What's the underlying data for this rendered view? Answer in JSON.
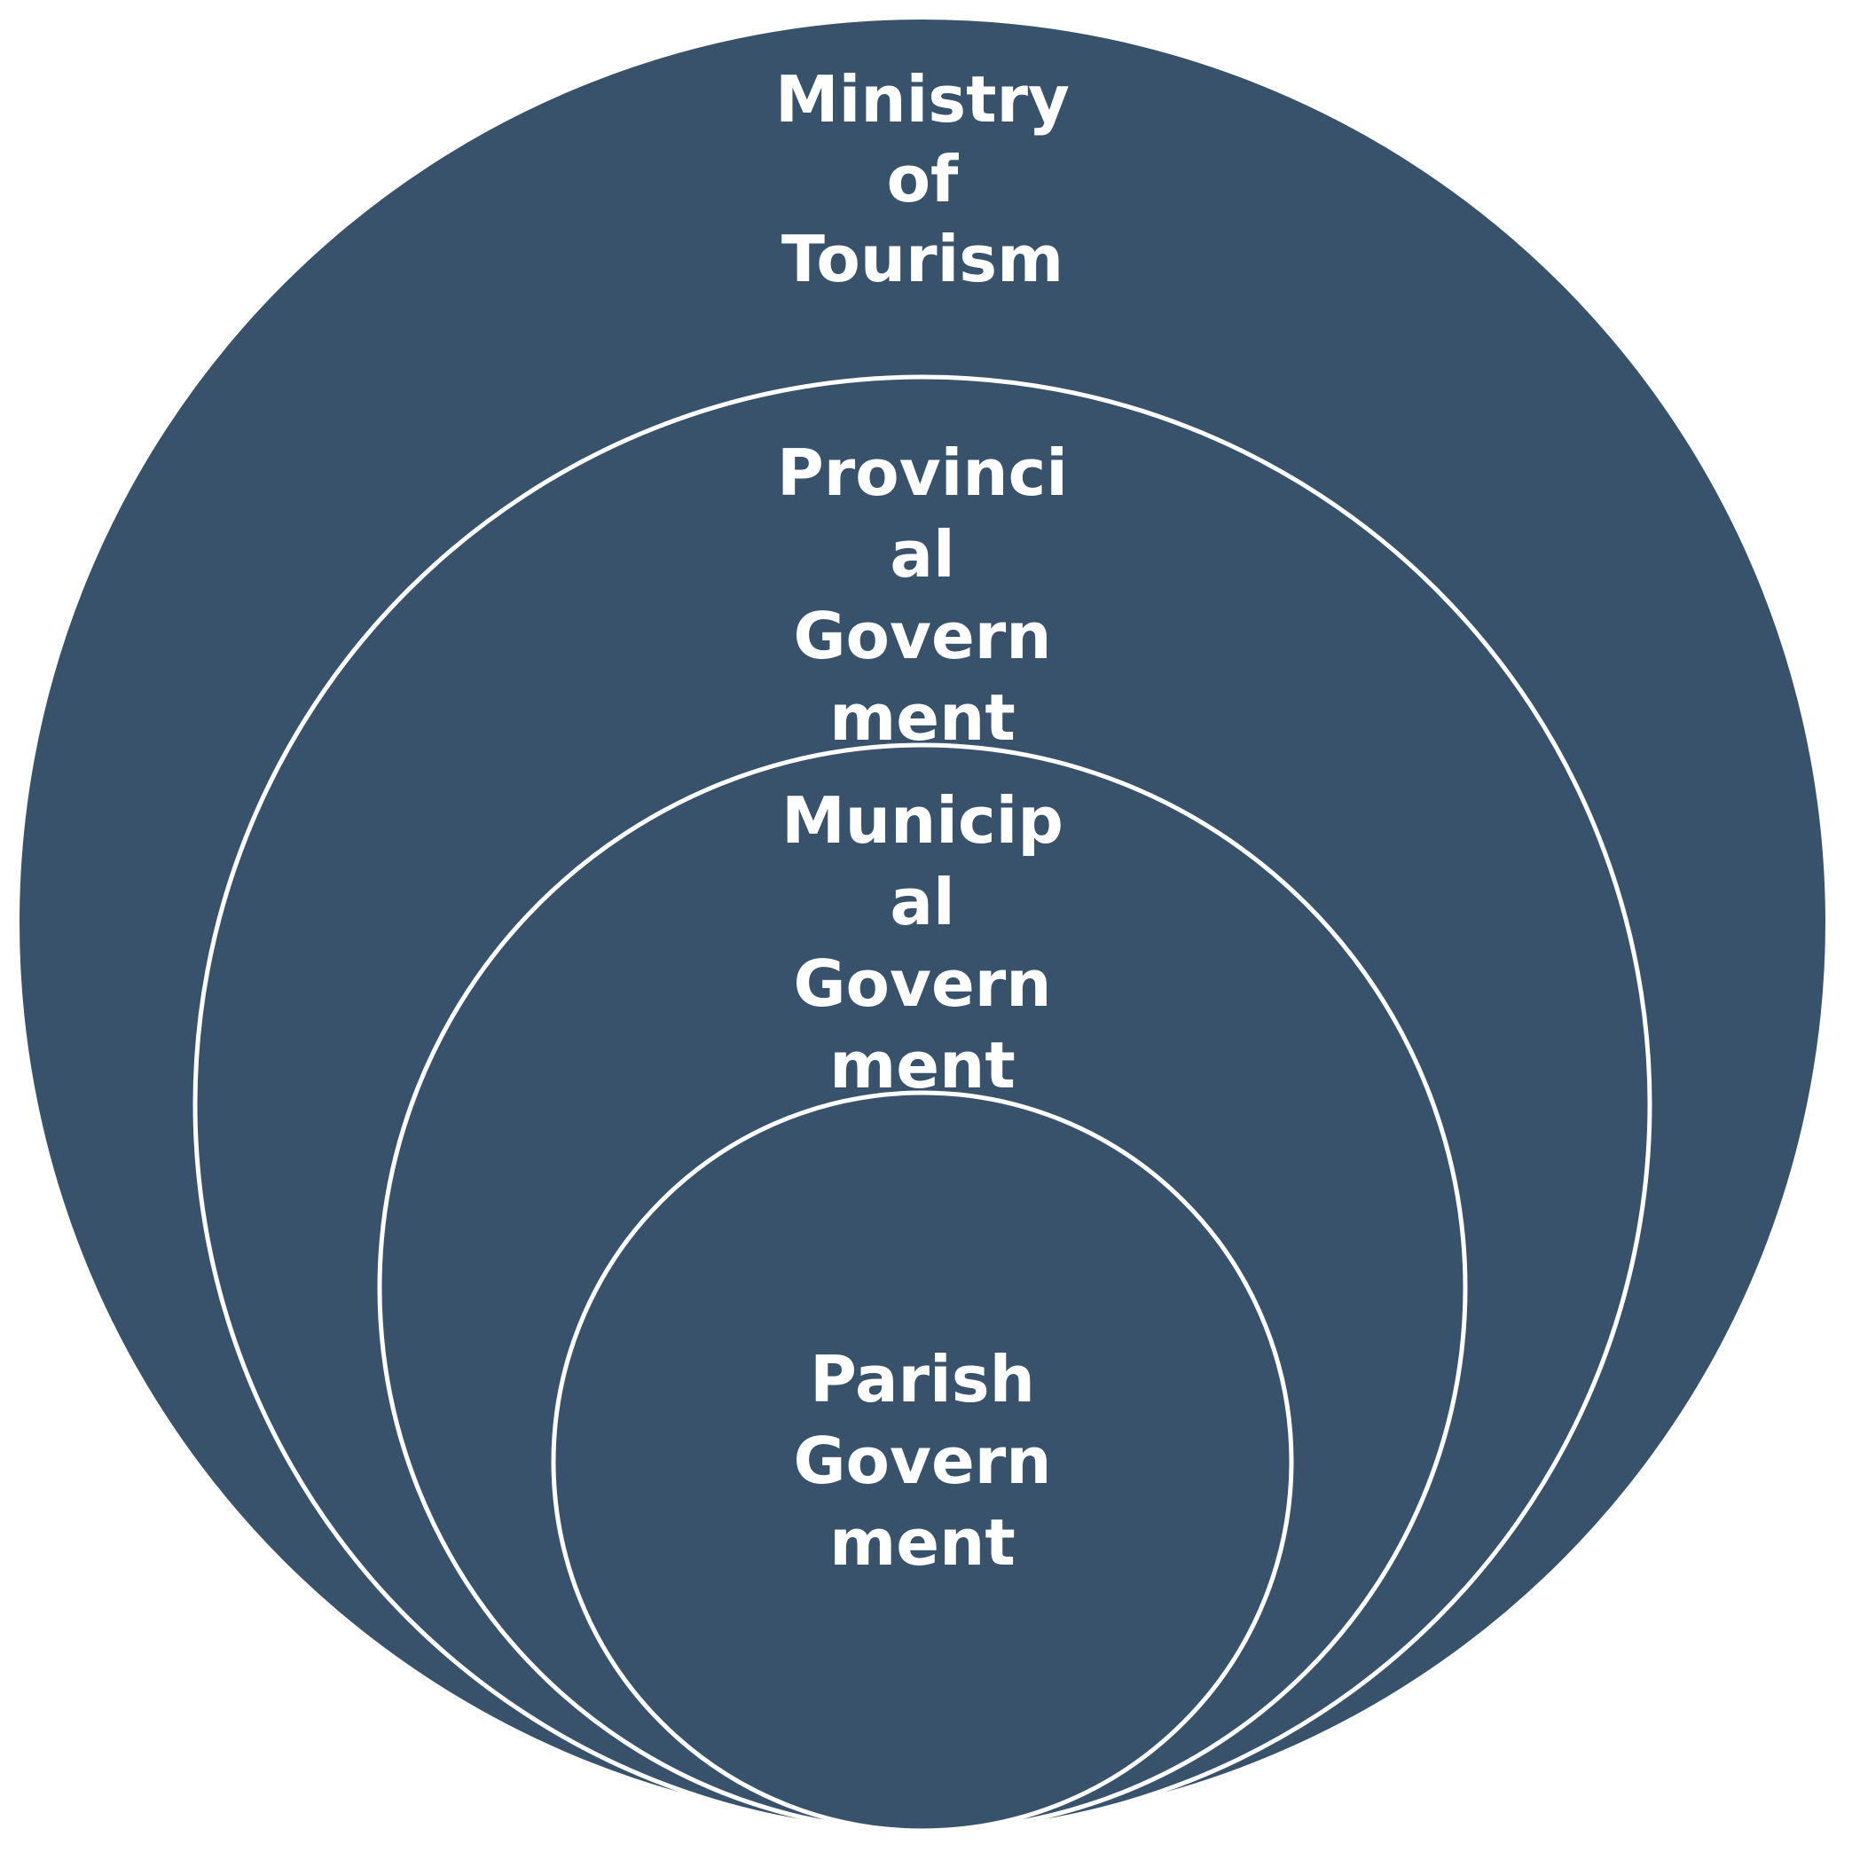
{
  "diagram": {
    "type": "nested-circles",
    "fill_color": "#39526b",
    "stroke_color": "#ffffff",
    "background": "#ffffff",
    "levels": [
      {
        "id": "ministry",
        "lines": [
          "Ministry",
          "of",
          "Tourism"
        ]
      },
      {
        "id": "provincial",
        "lines": [
          "Provinci",
          "al",
          "Govern",
          "ment"
        ]
      },
      {
        "id": "municipal",
        "lines": [
          "Municip",
          "al",
          "Govern",
          "ment"
        ]
      },
      {
        "id": "parish",
        "lines": [
          "Parish",
          "Govern",
          "ment"
        ]
      }
    ]
  }
}
